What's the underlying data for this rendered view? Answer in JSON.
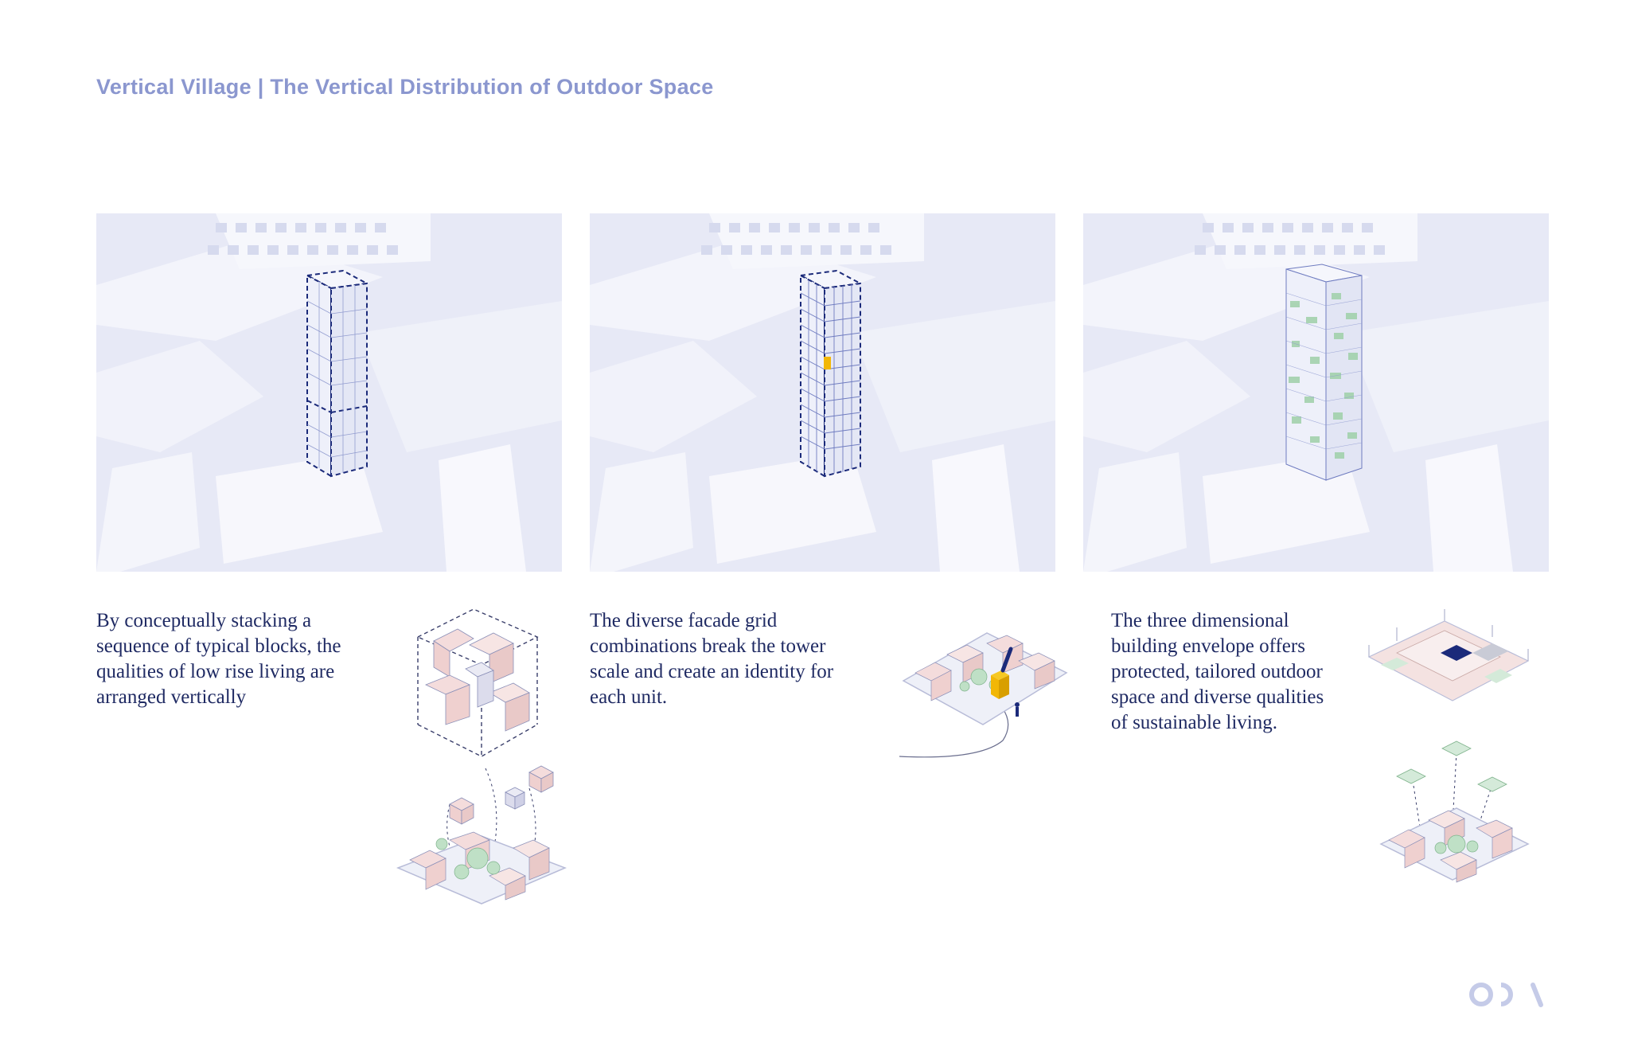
{
  "page": {
    "title": "Vertical Village | The Vertical Distribution of Outdoor Space"
  },
  "panels": [
    {
      "caption": "By conceptually stacking a\nsequence of typical blocks, the\nqualities of low rise living are\narranged vertically",
      "tower_style": "dashed-outline",
      "diagram": "stacked-blocks"
    },
    {
      "caption": "The diverse facade grid\ncombinations break the tower\nscale and create an identity for\neach unit.",
      "tower_style": "grid-with-highlighted-unit",
      "highlight_color": "#f2b705",
      "diagram": "highlighted-unit-block"
    },
    {
      "caption": "The three dimensional\nbuilding envelope offers\nprotected, tailored outdoor\nspace and diverse qualities\nof sustainable living.",
      "tower_style": "green-terraces",
      "green_color": "#8fc79a",
      "diagram": "floor-plate-and-gardens"
    }
  ],
  "colors": {
    "title": "#8b97cf",
    "text": "#1f2a63",
    "accent_navy": "#1b2a7a",
    "pink": "#f3d9d8",
    "green": "#bfe0c6"
  },
  "logo": {
    "icon": "oda-logo-icon"
  }
}
